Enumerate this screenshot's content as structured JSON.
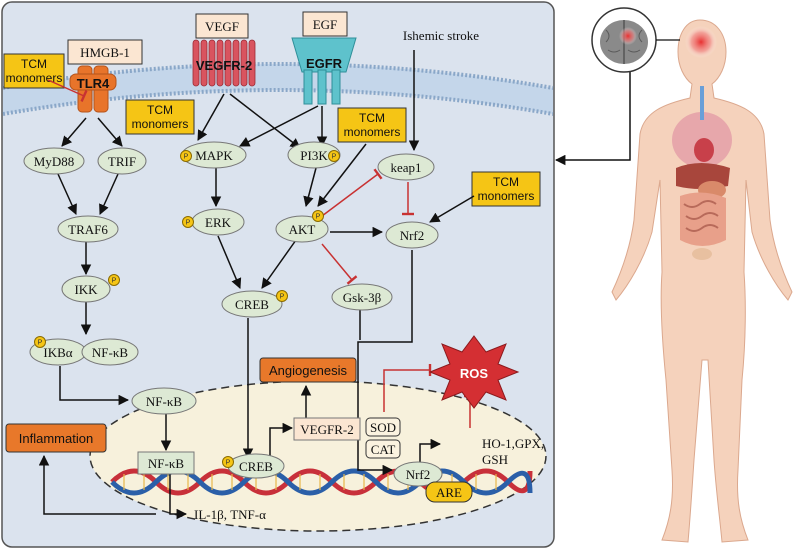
{
  "receptors": {
    "hmgb1": "HMGB-1",
    "tlr4": "TLR4",
    "vegf": "VEGF",
    "vegfr2": "VEGFR-2",
    "egf": "EGF",
    "egfr": "EGFR"
  },
  "stimulus": "Ishemic stroke",
  "tcm_label_line1": "TCM",
  "tcm_label_line2": "monomers",
  "phospho": "P",
  "nodes": {
    "myd88": "MyD88",
    "trif": "TRIF",
    "traf6": "TRAF6",
    "ikk": "IKK",
    "ikba": "IKBα",
    "nfkb_complex": "NF-κB",
    "nfkb": "NF-κB",
    "nfkb_nucleus": "NF-κB",
    "mapk": "MAPK",
    "pi3k": "PI3K",
    "erk": "ERK",
    "akt": "AKT",
    "creb": "CREB",
    "creb_nucleus": "CREB",
    "keap1": "keap1",
    "nrf2": "Nrf2",
    "nrf2_nucleus": "Nrf2",
    "gsk3b": "Gsk-3β",
    "vegfr2_gene": "VEGFR-2",
    "sod": "SOD",
    "cat": "CAT",
    "are": "ARE"
  },
  "outcomes": {
    "angiogenesis": "Angiogenesis",
    "inflammation": "Inflammation",
    "ros": "ROS",
    "ho1_line1": "HO-1,GPX,",
    "ho1_line2": "GSH",
    "cytokines": "IL-1β, TNF-α"
  },
  "colors": {
    "cell_bg": "#dbe3ee",
    "membrane": "#c4d6ea",
    "tcm_box": "#f5c515",
    "node_fill": "#dde9d4",
    "outcome_box": "#e8782a",
    "ros": "#d42f33",
    "inhibit": "#c83232",
    "tlr4": "#e8742a",
    "vegfr2": "#d9545f",
    "egfr": "#5ec2cc"
  }
}
